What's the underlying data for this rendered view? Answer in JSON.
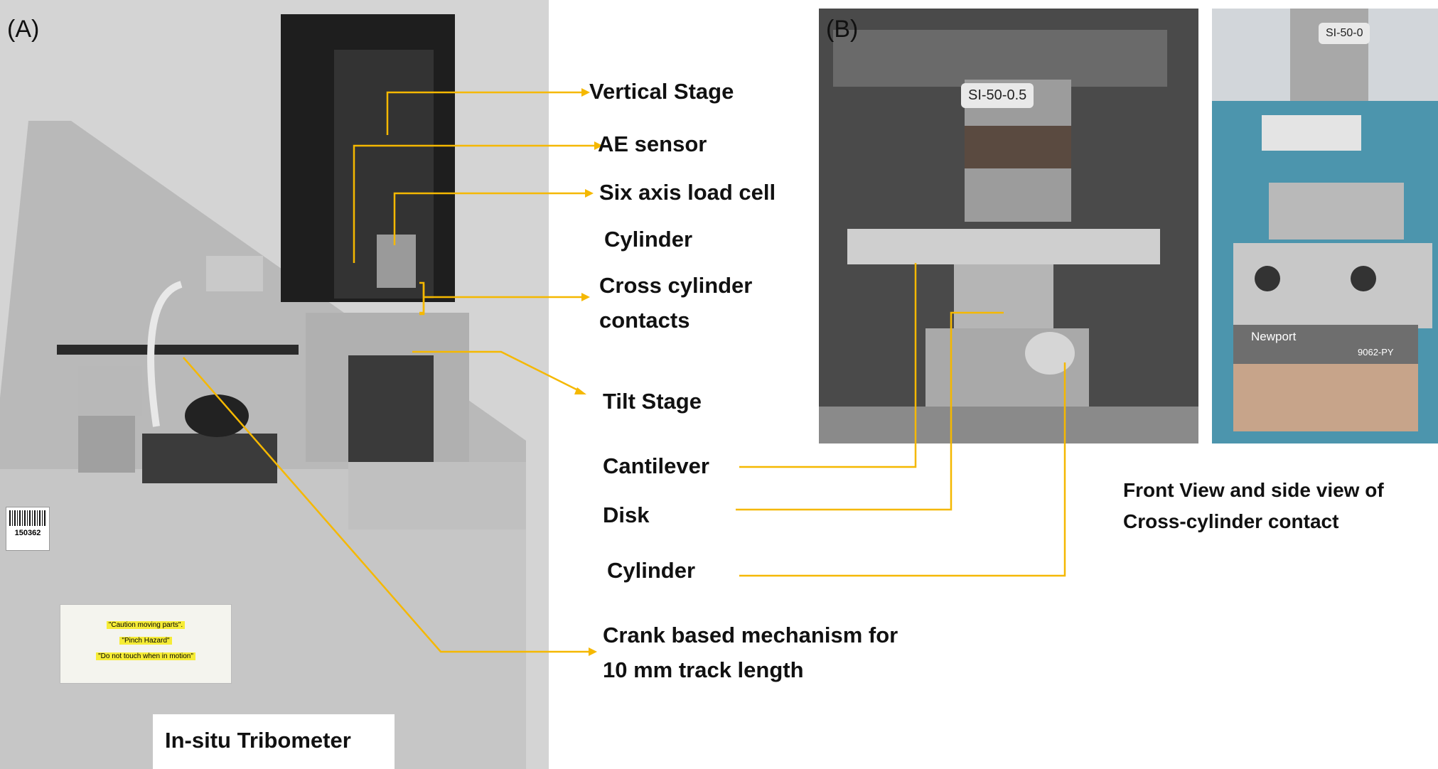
{
  "panels": {
    "a": {
      "letter": "(A)",
      "caption": "In-situ Tribometer"
    },
    "b": {
      "letter": "(B)"
    }
  },
  "labels": {
    "vertical_stage": "Vertical Stage",
    "ae_sensor": "AE sensor",
    "six_axis_load_cell": "Six axis load cell",
    "cylinder_top": "Cylinder",
    "cross_cylinder_line1": "Cross cylinder",
    "cross_cylinder_line2": "contacts",
    "tilt_stage": "Tilt Stage",
    "cantilever": "Cantilever",
    "disk": "Disk",
    "cylinder_bottom": "Cylinder",
    "crank_line1": "Crank based mechanism for",
    "crank_line2": "10 mm track length"
  },
  "side_caption": {
    "line1": "Front View and side view of",
    "line2": "Cross-cylinder contact"
  },
  "photo_text": {
    "load_cell_label": "SI-50-0.5",
    "load_cell_label_short": "SI-50-0",
    "stage_brand": "Newport",
    "stage_model": "9062-PY",
    "barcode_number": "150362",
    "warning_line1": "\"Caution moving parts\".",
    "warning_line2": "\"Pinch Hazard\"",
    "warning_line3": "\"Do not touch when in motion\""
  },
  "colors": {
    "leader_line": "#f5b800"
  }
}
